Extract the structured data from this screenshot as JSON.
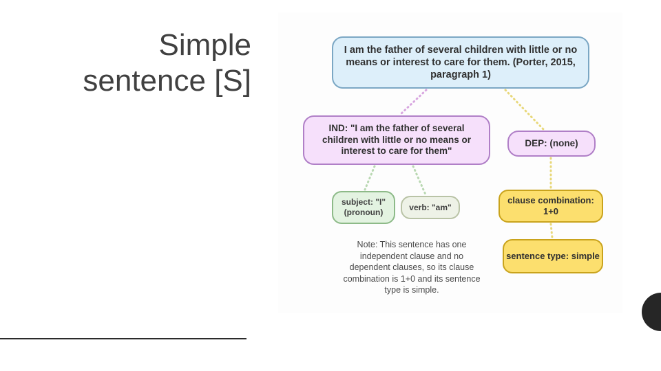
{
  "slide": {
    "title_lines": [
      "Simple",
      "sentence [S]"
    ],
    "rule_color": "#2b2b2b"
  },
  "diagram": {
    "type": "flow",
    "background": "#fdfdfd",
    "nodes": [
      {
        "id": "sentence",
        "label": "I am the father of several children with little or no means or interest to care for them. (Porter, 2015, paragraph 1)",
        "fill": "#ddeffa",
        "stroke": "#7ba7c4"
      },
      {
        "id": "ind",
        "label": "IND: \"I am the father of several children with little or no means or interest to care for them\"",
        "fill": "#f6e0fb",
        "stroke": "#b07fc7"
      },
      {
        "id": "dep",
        "label": "DEP: (none)",
        "fill": "#f6e0fb",
        "stroke": "#b07fc7"
      },
      {
        "id": "subject",
        "label": "subject: \"I\" (pronoun)",
        "fill": "#e3f3e1",
        "stroke": "#8dba88"
      },
      {
        "id": "verb",
        "label": "verb: \"am\"",
        "fill": "#eef2e7",
        "stroke": "#b9c3a6"
      },
      {
        "id": "combination",
        "label": "clause combination: 1+0",
        "fill": "#fcdf6e",
        "stroke": "#c9a31c"
      },
      {
        "id": "type",
        "label": "sentence type: simple",
        "fill": "#fcdf6e",
        "stroke": "#c9a31c"
      },
      {
        "id": "note",
        "label": "Note: This sentence has one independent clause and no dependent clauses, so its clause combination is 1+0 and its sentence type is simple.",
        "fill": "none",
        "stroke": "none"
      }
    ],
    "edges": [
      {
        "from": "sentence",
        "to": "ind",
        "color": "#d8a6e0",
        "style": "dotted"
      },
      {
        "from": "sentence",
        "to": "dep",
        "color": "#e8d87a",
        "style": "dotted"
      },
      {
        "from": "ind",
        "to": "subject",
        "color": "#b9d8b2",
        "style": "dotted"
      },
      {
        "from": "ind",
        "to": "verb",
        "color": "#b9d8b2",
        "style": "dotted"
      },
      {
        "from": "dep",
        "to": "combination",
        "color": "#e8d87a",
        "style": "dotted"
      },
      {
        "from": "combination",
        "to": "type",
        "color": "#e8d87a",
        "style": "dotted"
      }
    ]
  },
  "decor": {
    "corner_circle_color": "#262626"
  }
}
